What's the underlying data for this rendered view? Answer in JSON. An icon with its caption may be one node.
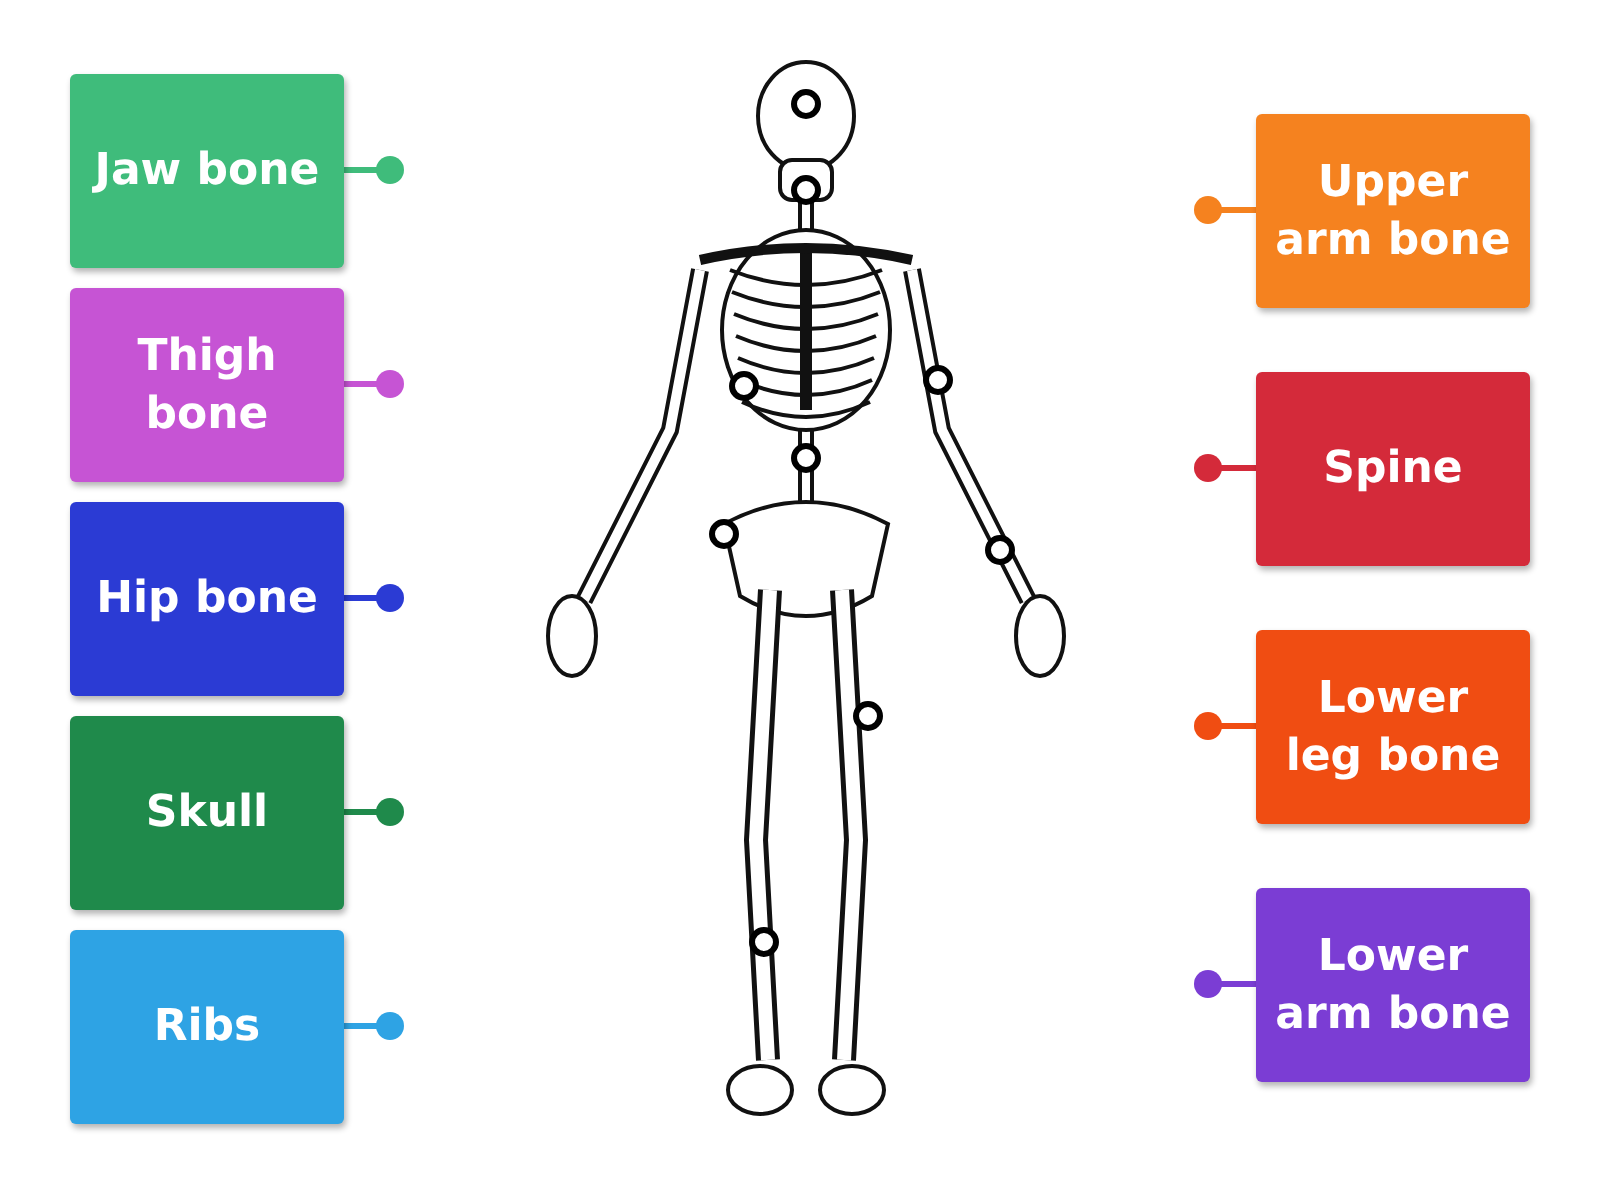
{
  "diagram": {
    "nodes": [
      {
        "text": [
          "Jaw bone"
        ]
      },
      {
        "text": [
          "Thigh bone"
        ]
      },
      {
        "text": [
          "Hip bone"
        ]
      },
      {
        "text": [
          "Skull"
        ]
      },
      {
        "text": [
          "Ribs"
        ]
      },
      {
        "text": [
          "Upper arm bone"
        ]
      },
      {
        "text": [
          "Spine"
        ]
      },
      {
        "text": [
          "Lower leg bone"
        ]
      },
      {
        "text": [
          "Lower arm bone"
        ]
      }
    ]
  }
}
